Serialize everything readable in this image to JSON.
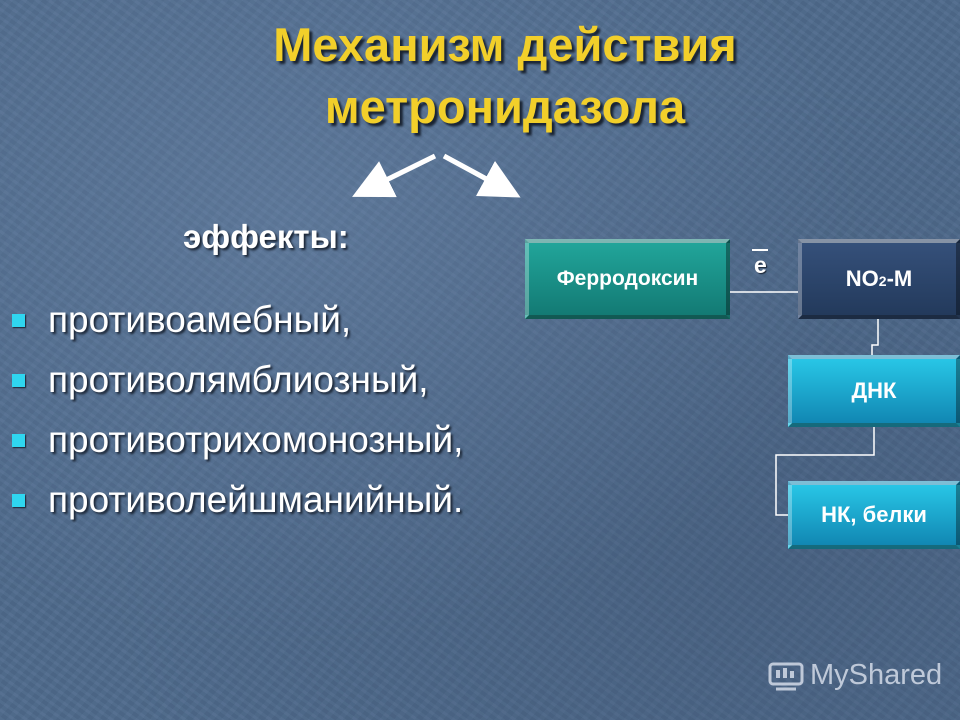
{
  "slide": {
    "title_line1": "Механизм действия",
    "title_line2": "метронидазола",
    "effects_heading": "эффекты:",
    "effects": [
      "противоамебный,",
      "противолямблиозный,",
      "противотрихомонозный,",
      "противолейшманийный."
    ]
  },
  "diagram": {
    "ferrodoxin": "Ферродоксин",
    "electron": "e",
    "no2_prefix": "NO",
    "no2_sub": "2",
    "no2_suffix": "-M",
    "dna": "ДНК",
    "nk_proteins": "НК, белки"
  },
  "watermark": {
    "text": "MyShared"
  },
  "colors": {
    "title": "#f2cf2a",
    "bullet": "#2fd6f0",
    "ferrodoxin_box": "#1a9188",
    "no2_box": "#2b4468",
    "dna_box": "#1fa9d1"
  }
}
